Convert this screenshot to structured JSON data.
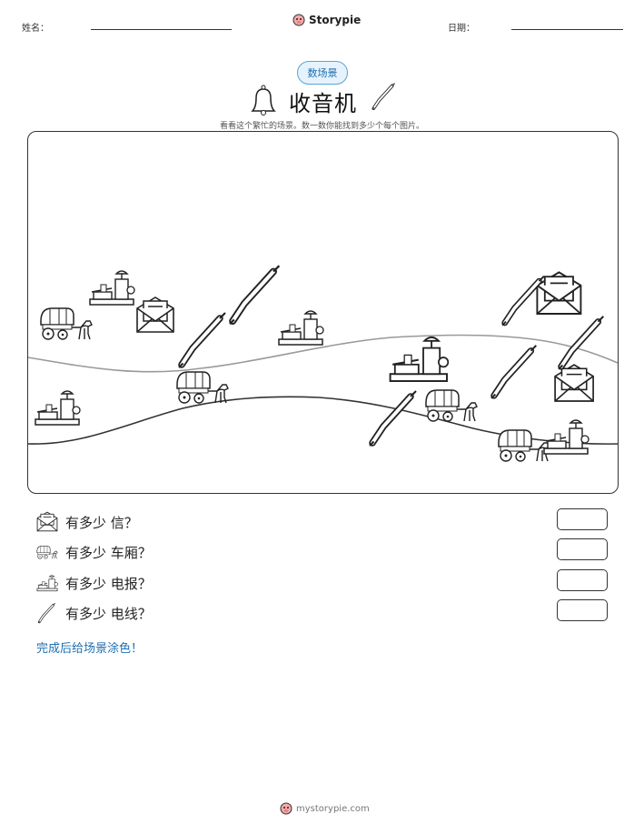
{
  "header": {
    "name_label": "姓名：",
    "date_label": "日期：",
    "brand": "Storypie"
  },
  "tag": "数场景",
  "title": "收音机",
  "subtitle": "看看这个繁忙的场景。数一数你能找到多少个每个图片。",
  "questions": [
    {
      "icon": "envelope-icon",
      "text": "有多少 信？"
    },
    {
      "icon": "wagon-icon",
      "text": "有多少 车厢？"
    },
    {
      "icon": "telegraph-icon",
      "text": "有多少 电报？"
    },
    {
      "icon": "wire-icon",
      "text": "有多少 电线？"
    }
  ],
  "color_note": "完成后给场景涂色！",
  "footer": "mystorypie.com",
  "colors": {
    "accent": "#1f6fb0",
    "tag_bg": "#e6f3fc",
    "tag_border": "#5ba3d6"
  }
}
